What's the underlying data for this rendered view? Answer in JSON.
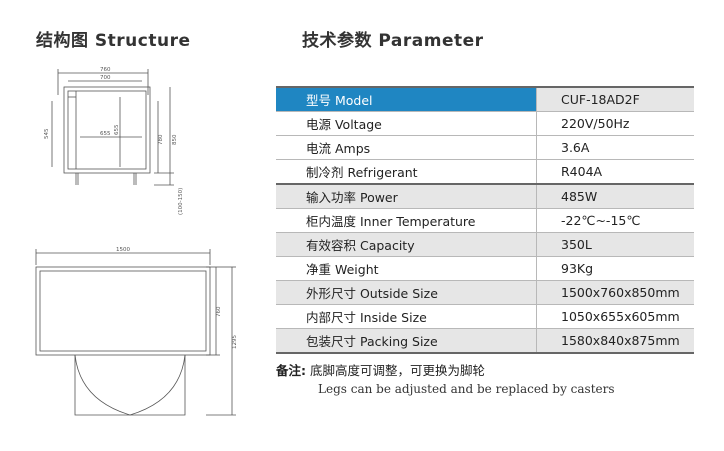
{
  "headings": {
    "structure": "结构图 Structure",
    "parameter": "技术参数 Parameter"
  },
  "drawing": {
    "top_view": {
      "outer_width": "760",
      "inner_width": "700",
      "height_left": "545",
      "height_inner": "655",
      "inner_label": "655",
      "height_right1": "780",
      "height_right2": "850",
      "leg_range": "(100-150)"
    },
    "front_view": {
      "width": "1500",
      "height_right1": "760",
      "height_right2": "1295"
    }
  },
  "params": [
    {
      "label": "型号 Model",
      "value": "CUF-18AD2F"
    },
    {
      "label": "电源 Voltage",
      "value": "220V/50Hz"
    },
    {
      "label": "电流 Amps",
      "value": "3.6A"
    },
    {
      "label": "制冷剂 Refrigerant",
      "value": "R404A"
    },
    {
      "label": "输入功率 Power",
      "value": "485W"
    },
    {
      "label": "柜内温度 Inner Temperature",
      "value": "-22℃~-15℃"
    },
    {
      "label": "有效容积 Capacity",
      "value": "350L"
    },
    {
      "label": "净重 Weight",
      "value": "93Kg"
    },
    {
      "label": "外形尺寸 Outside Size",
      "value": "1500x760x850mm"
    },
    {
      "label": "内部尺寸 Inside Size",
      "value": "1050x655x605mm"
    },
    {
      "label": "包装尺寸 Packing Size",
      "value": "1580x840x875mm"
    }
  ],
  "note": {
    "label": "备注:",
    "zh": "底脚高度可调整，可更换为脚轮",
    "en": "Legs can be adjusted and be replaced by casters"
  },
  "colors": {
    "header_blue": "#1f86c2",
    "shade": "#e6e6e6"
  }
}
